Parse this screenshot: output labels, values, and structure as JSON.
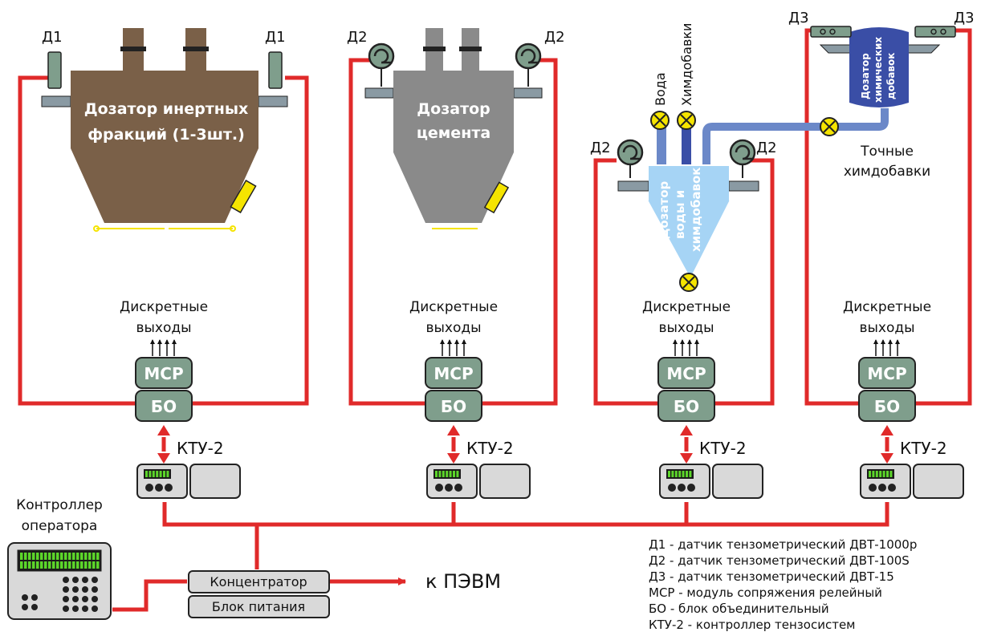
{
  "sensors": {
    "d1": "Д1",
    "d2": "Д2",
    "d3": "Д3"
  },
  "hoppers": {
    "inert_line1": "Дозатор инертных",
    "inert_line2": "фракций (1-3шт.)",
    "cement_line1": "Дозатор",
    "cement_line2": "цемента",
    "water_line1": "Дозатор",
    "water_line2": "воды и",
    "water_line3": "химдобавок",
    "chem_line1": "Дозатор",
    "chem_line2": "химических",
    "chem_line3": "добавок"
  },
  "inputs": {
    "water": "Вода",
    "chem": "Химдобавки"
  },
  "precise_chem": {
    "line1": "Точные",
    "line2": "химдобавки"
  },
  "outputs": {
    "line1": "Дискретные",
    "line2": "выходы"
  },
  "modules": {
    "mcr": "МСР",
    "bo": "БО",
    "ktu": "КТУ-2"
  },
  "operator": {
    "line1": "Контроллер",
    "line2": "оператора"
  },
  "hub": {
    "concentrator": "Концентратор",
    "power": "Блок питания",
    "to_pc": "к ПЭВМ"
  },
  "legend": [
    "Д1 - датчик тензометрический ДВТ-1000р",
    "Д2 - датчик тензометрический ДВТ-100S",
    "Д3 - датчик тензометрический ДВТ-15",
    "МСР - модуль сопряжения релейный",
    "БО - блок объединительный",
    "КТУ-2 - контроллер тензосистем"
  ],
  "colors": {
    "wire": "#e02a2a",
    "module": "#7f9e8c",
    "inert": "#7a6048",
    "cement": "#8a8a8a",
    "water": "#a6d4f5",
    "chem": "#3a4ea6",
    "pipe": "#6b88c8",
    "valve": "#f5e400"
  }
}
